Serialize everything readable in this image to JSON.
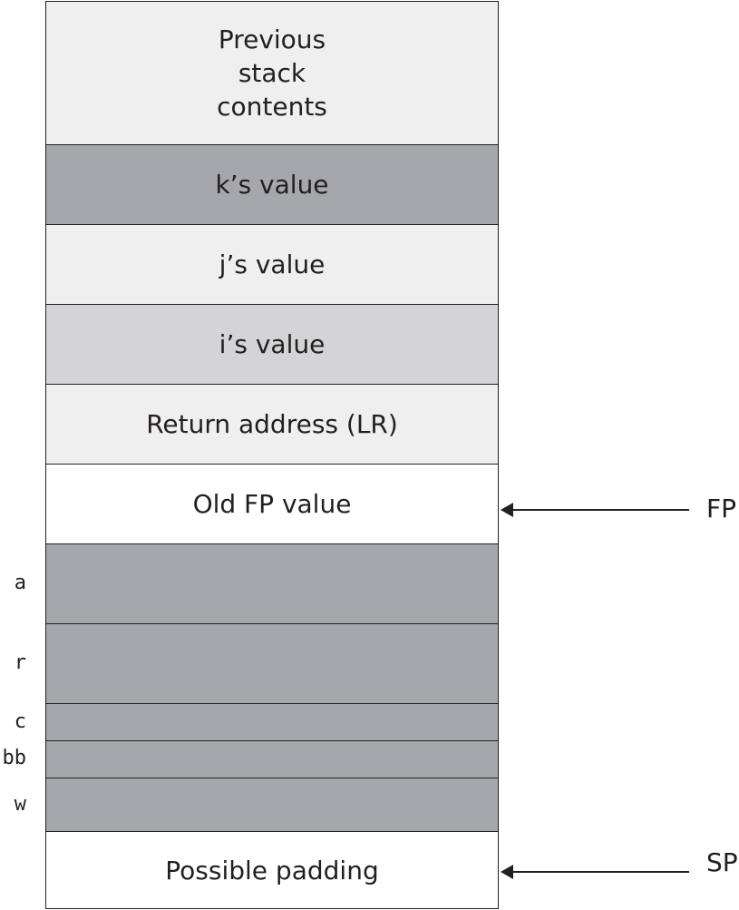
{
  "stack_frame": {
    "previous": "Previous\nstack\ncontents",
    "k_value": "k’s value",
    "j_value": "j’s value",
    "i_value": "i’s value",
    "return_address": "Return address (LR)",
    "old_fp": "Old FP value",
    "padding": "Possible padding"
  },
  "locals": {
    "a": "a",
    "r": "r",
    "c": "c",
    "bb": "bb",
    "w": "w"
  },
  "pointers": {
    "fp": "FP",
    "sp": "SP"
  },
  "colors": {
    "light": "#efeff0",
    "mid": "#d4d4d6",
    "dark": "#a6a7aa",
    "white": "#ffffff",
    "ink": "#231f20"
  }
}
